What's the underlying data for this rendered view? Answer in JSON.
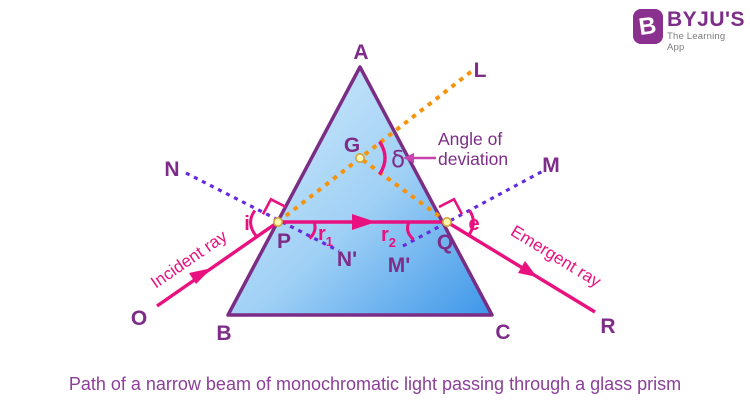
{
  "logo": {
    "brand": "BYJU'S",
    "tagline": "The Learning App",
    "icon": "byjus-b-icon"
  },
  "caption": "Path of a narrow beam of monochromatic light passing through a glass prism",
  "colors": {
    "ray_pink": "#e8117f",
    "label_purple": "#7d2d87",
    "normal_violet": "#6529de",
    "extension_orange": "#f5940c",
    "prism_border": "#7b2d86",
    "prism_fill_light": "#d3ecfc",
    "prism_fill_dark": "#3d96e9",
    "point_dot_fill": "#fcf6ae",
    "point_dot_stroke": "#cfa43a",
    "pointer_arrow": "#c743ae",
    "logo_purple": "#8a3190"
  },
  "diagram": {
    "vertices": {
      "A": "A",
      "B": "B",
      "C": "C"
    },
    "points": {
      "P": "P",
      "Q": "Q",
      "G": "G",
      "O": "O",
      "R": "R"
    },
    "normals": {
      "N": "N",
      "N_prime": "N'",
      "M": "M",
      "M_prime": "M'",
      "L": "L"
    },
    "angles": {
      "incidence": "i",
      "emergence": "e",
      "r1_base": "r",
      "r1_sub": "1",
      "r2_base": "r",
      "r2_sub": "2",
      "deviation": "δ"
    },
    "annotations": {
      "angle_of_deviation_line1": "Angle of",
      "angle_of_deviation_line2": "deviation",
      "incident_ray": "Incident ray",
      "emergent_ray": "Emergent ray"
    }
  }
}
